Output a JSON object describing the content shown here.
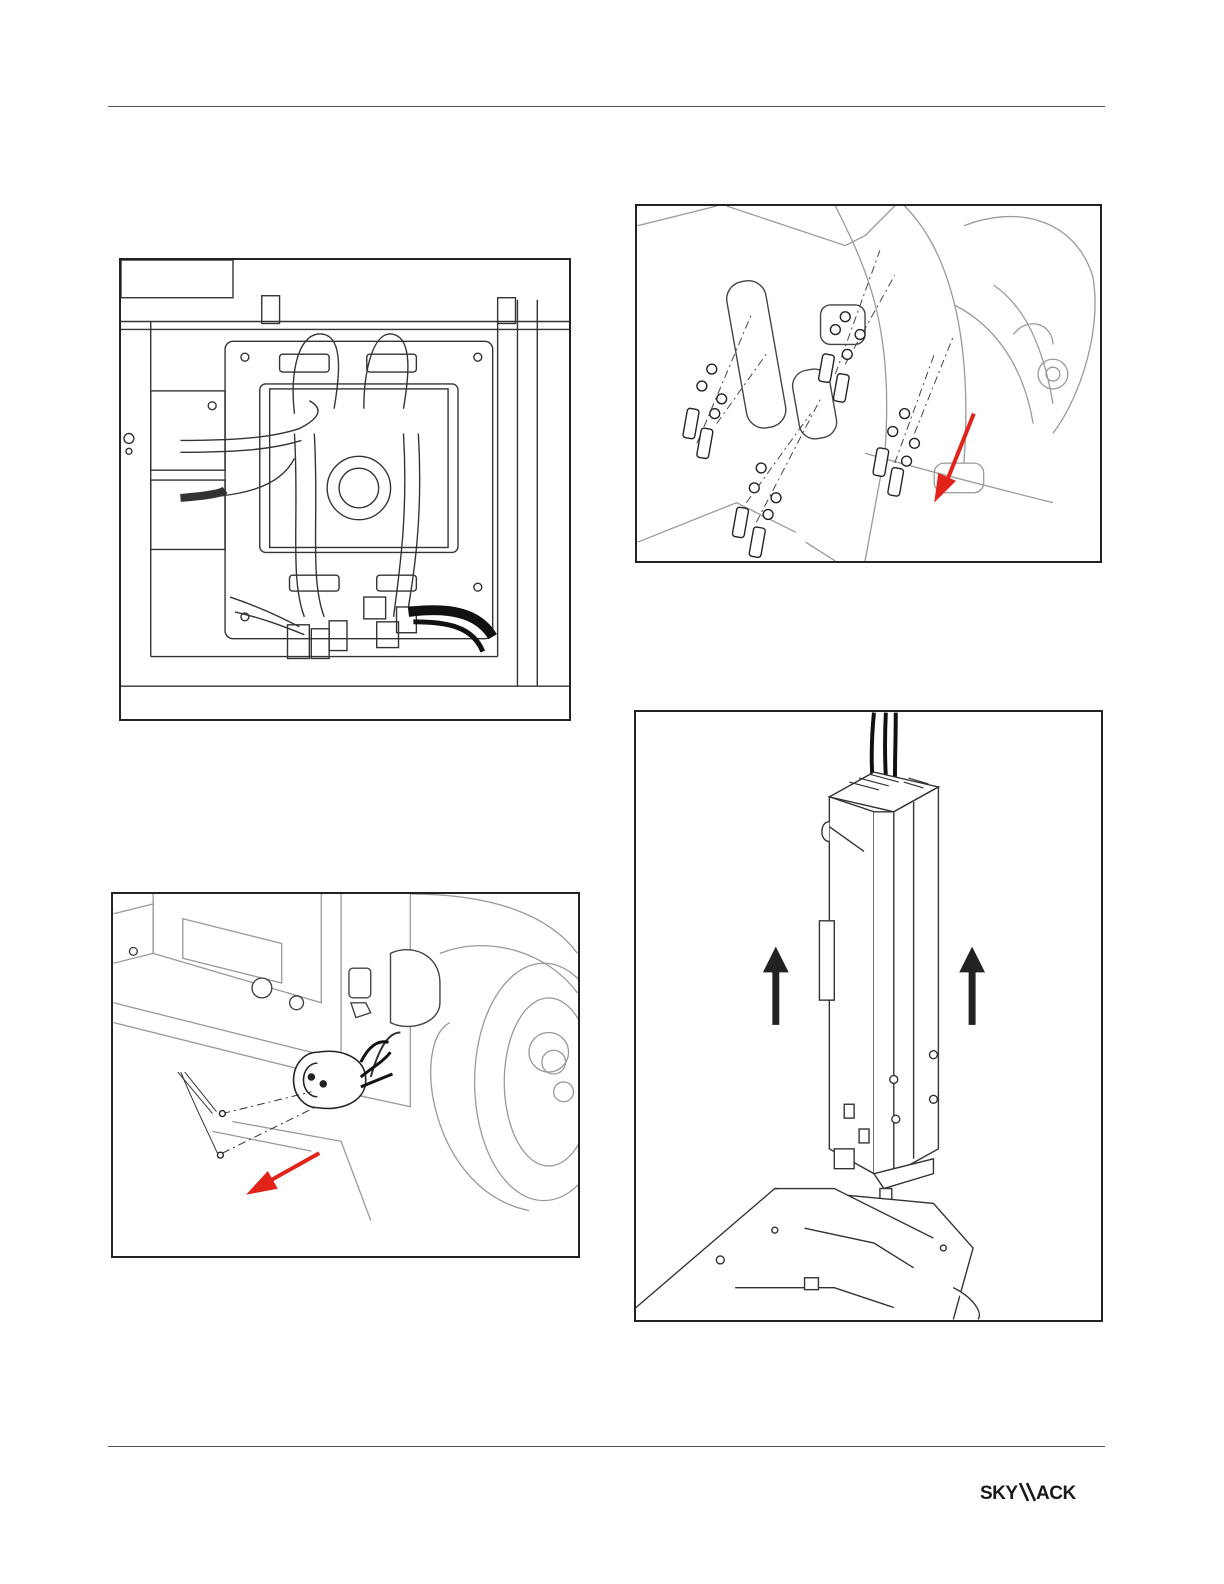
{
  "brand": {
    "logo_text": "SKYJACK",
    "arrow_color": "#e2231a",
    "line_color": "#222222"
  },
  "figures": [
    {
      "id": "contactor-panel",
      "content": "wiring-harness-and-contactor-illustration"
    },
    {
      "id": "mounting-bracket-bolts",
      "content": "exploded-bracket-bolt-illustration",
      "arrow": "red-arrow-down-left"
    },
    {
      "id": "charger-receptacle",
      "content": "receptacle-removal-illustration",
      "arrow": "red-arrow-left"
    },
    {
      "id": "mast-lift",
      "content": "mast-assembly-lift-illustration",
      "arrow": "black-arrows-up"
    }
  ]
}
